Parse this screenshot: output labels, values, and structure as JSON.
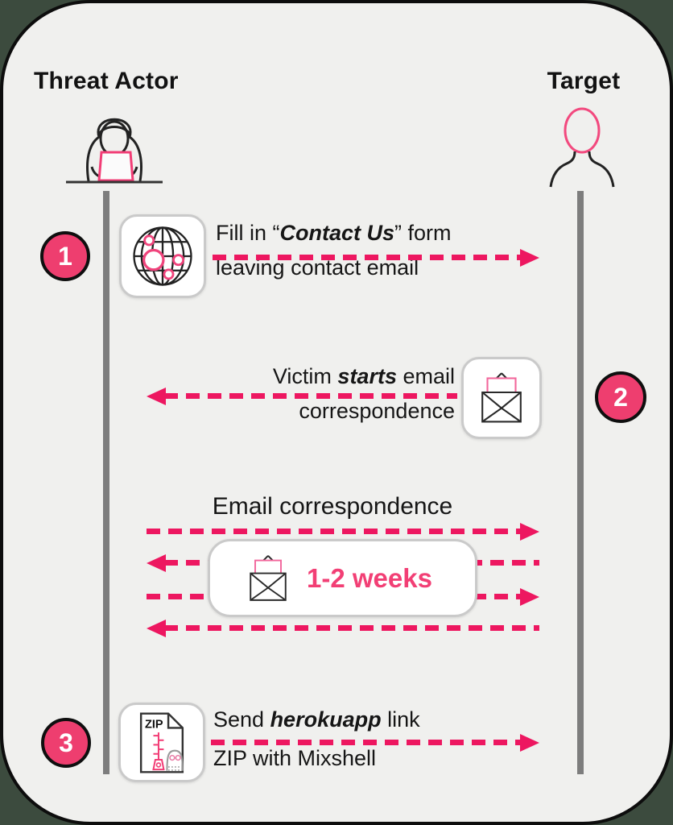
{
  "diagram": {
    "left_actor": "Threat Actor",
    "right_actor": "Target",
    "mid_heading": "Email correspondence",
    "duration": "1-2 weeks",
    "zip_label": "ZIP"
  },
  "steps": [
    {
      "number": "1",
      "icon": "globe-icon",
      "direction": "right",
      "text": {
        "pre": "Fill in “",
        "em": "Contact Us",
        "post": "” form",
        "line2": "leaving contact email"
      }
    },
    {
      "number": "2",
      "icon": "open-envelope-icon",
      "direction": "left",
      "text": {
        "pre": "Victim ",
        "em": "starts",
        "post": " email",
        "line2": "correspondence"
      }
    },
    {
      "number": "3",
      "icon": "zip-file-icon",
      "direction": "right",
      "text": {
        "pre": "Send ",
        "em": "herokuapp",
        "post": " link",
        "line2": "ZIP with Mixshell"
      }
    }
  ],
  "correspondence_arrows": [
    "right",
    "left",
    "right",
    "left"
  ],
  "colors": {
    "accent_pink": "#ed1760",
    "badge_pink": "#ee3e6f",
    "duration_pink": "#f23f75",
    "lifeline_gray": "#7d7d7d",
    "card_bg": "#f0f0ee",
    "outer_bg": "#3c4b3e"
  }
}
